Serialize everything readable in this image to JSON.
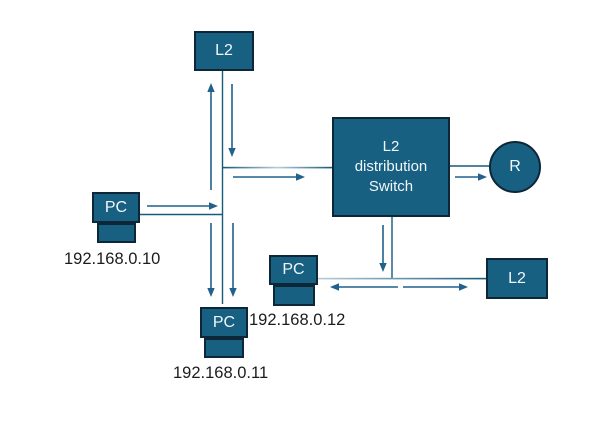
{
  "diagram": {
    "nodes": {
      "l2_top": {
        "label": "L2"
      },
      "switch": {
        "label_lines": [
          "L2",
          "distribution",
          "Switch"
        ]
      },
      "router": {
        "label": "R"
      },
      "pc_left": {
        "label": "PC",
        "ip": "192.168.0.10"
      },
      "pc_bottom": {
        "label": "PC",
        "ip": "192.168.0.11"
      },
      "pc_right": {
        "label": "PC",
        "ip": "192.168.0.12"
      },
      "l2_right": {
        "label": "L2"
      }
    },
    "colors": {
      "background": "#ffffff",
      "node_fill": "#176082",
      "node_border": "#0d2638",
      "label_text": "#f2f6f8",
      "ip_text": "#1c1c1c",
      "line": "#175b7b",
      "line_light": "#b7cdd8",
      "arrow": "#21618b"
    }
  }
}
